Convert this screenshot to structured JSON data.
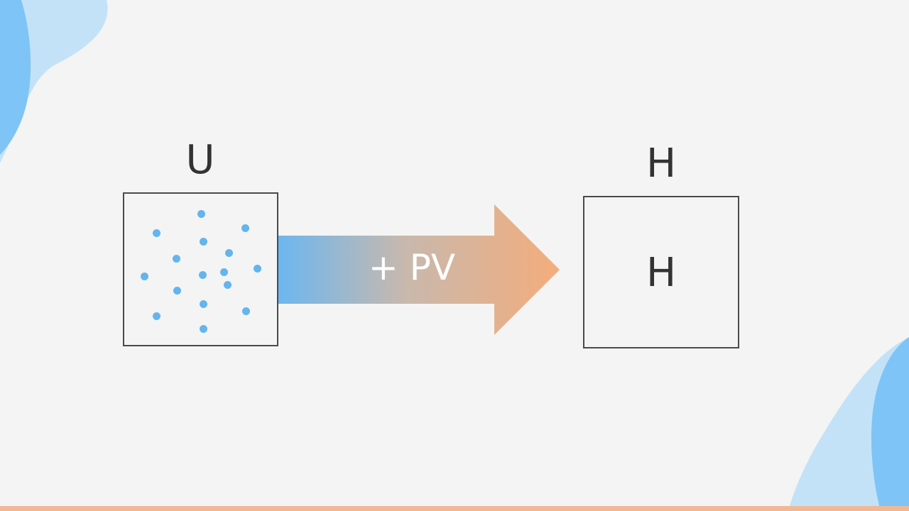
{
  "colors": {
    "background": "#f4f4f4",
    "dot": "#64b4ee",
    "arrow_start": "#6cb7f0",
    "arrow_end": "#f4ad7b",
    "blob_dark": "#7ec4f6",
    "blob_light": "#c3e2f8",
    "bottom_bar": "#f2b894"
  },
  "left_box": {
    "label": "U",
    "particle_count": 16
  },
  "arrow": {
    "label": "+ PV"
  },
  "right_box": {
    "label": "H",
    "inner_label": "H"
  }
}
